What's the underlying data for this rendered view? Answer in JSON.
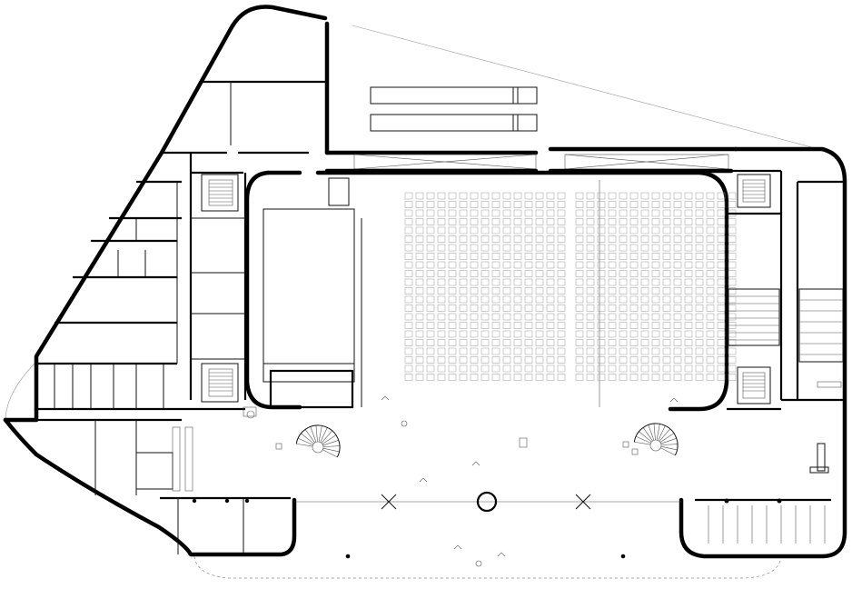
{
  "drawing": {
    "type": "architectural-floor-plan",
    "line_color": "#000000",
    "background": "#ffffff"
  },
  "elements": {
    "building_outline": "outline",
    "auditorium": "seating",
    "stage": "stage",
    "stairs": [
      "spiral-stair-left",
      "spiral-stair-right",
      "stair-nw",
      "stair-sw",
      "stair-ne",
      "stair-se"
    ],
    "furniture_icons": [
      "chair-icon",
      "table-icon",
      "plant-icon"
    ]
  },
  "seating": {
    "rows": 22,
    "columns": 30
  }
}
